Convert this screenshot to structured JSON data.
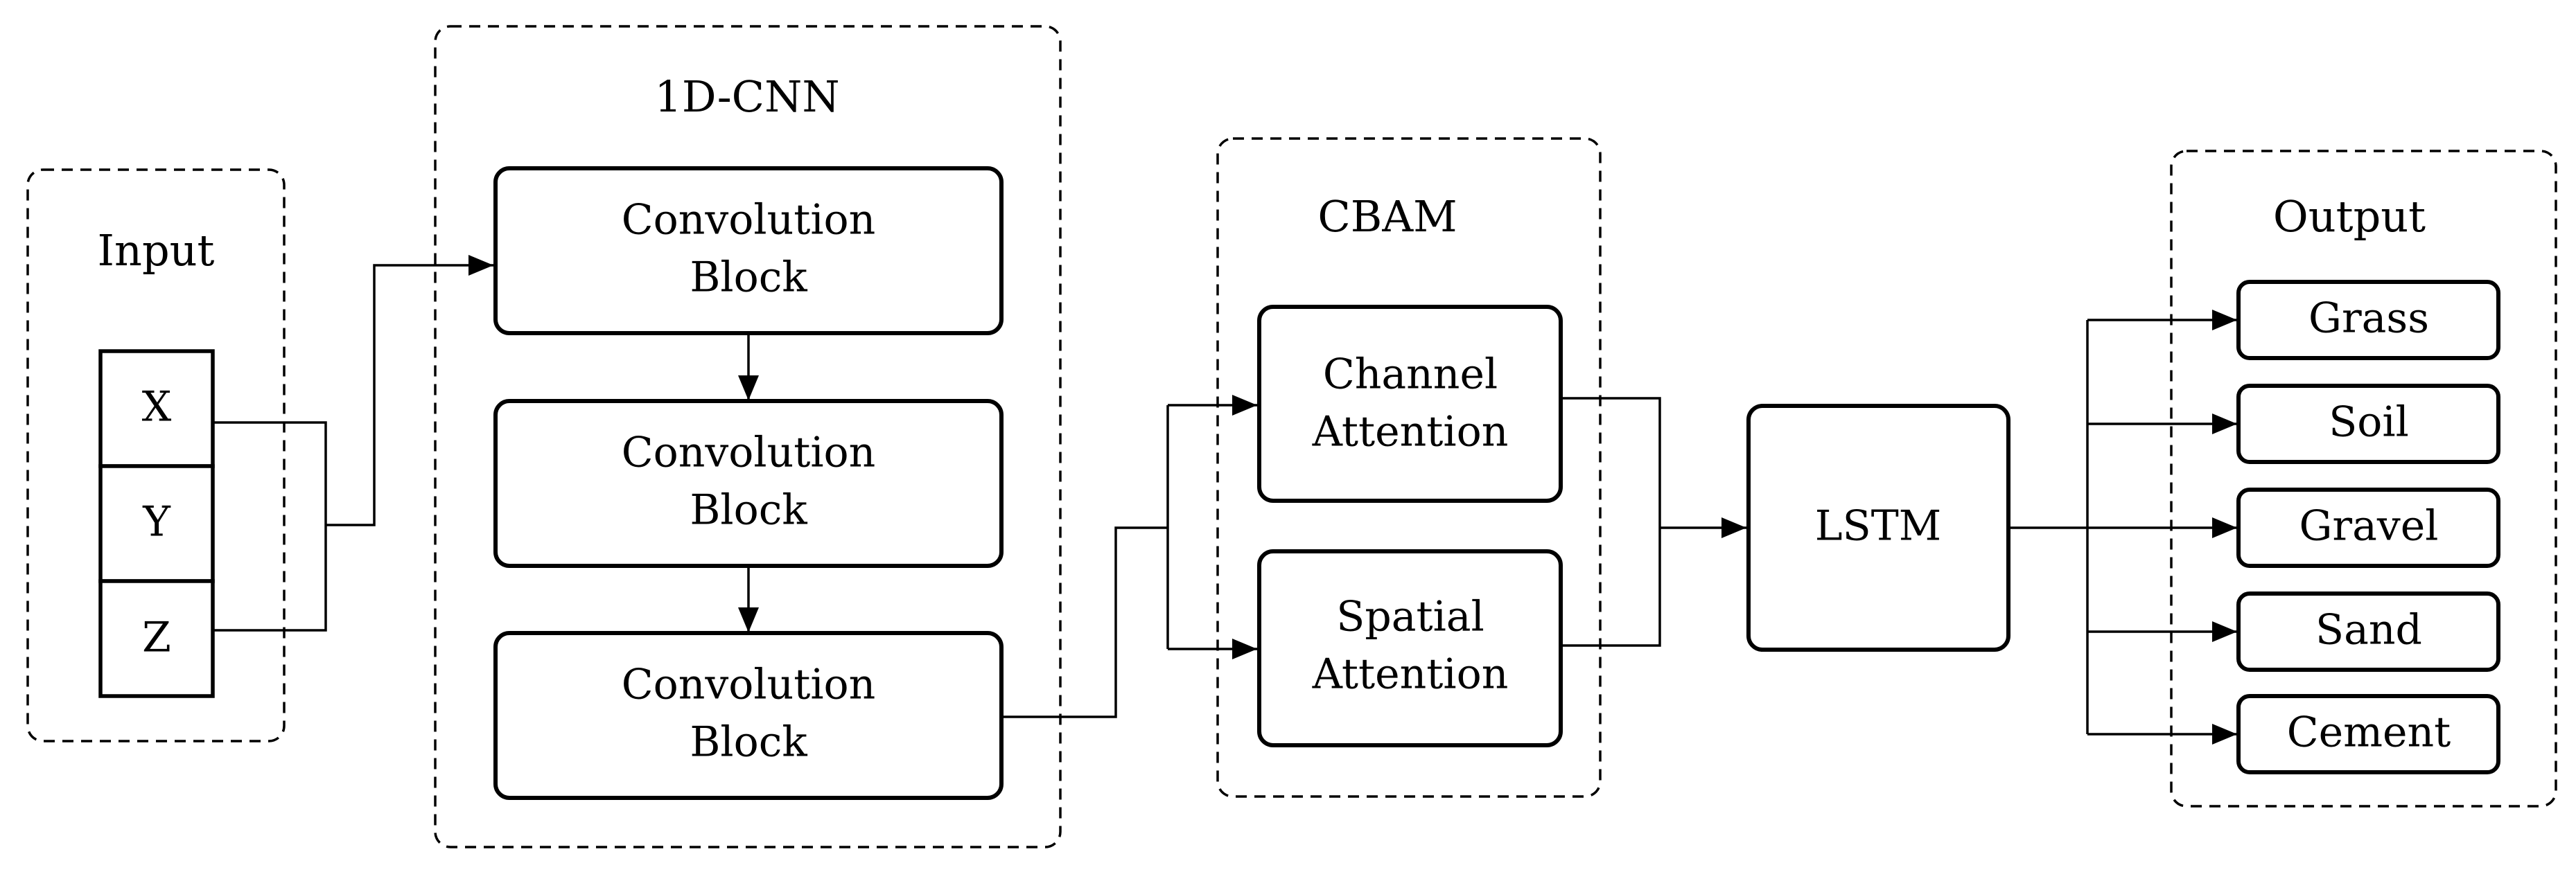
{
  "groups": {
    "input": {
      "title": "Input",
      "cells": [
        "X",
        "Y",
        "Z"
      ]
    },
    "cnn": {
      "title": "1D-CNN",
      "blocks": [
        {
          "line1": "Convolution",
          "line2": "Block"
        },
        {
          "line1": "Convolution",
          "line2": "Block"
        },
        {
          "line1": "Convolution",
          "line2": "Block"
        }
      ]
    },
    "cbam": {
      "title": "CBAM",
      "blocks": [
        {
          "line1": "Channel",
          "line2": "Attention"
        },
        {
          "line1": "Spatial",
          "line2": "Attention"
        }
      ]
    },
    "lstm": {
      "label": "LSTM"
    },
    "output": {
      "title": "Output",
      "classes": [
        "Grass",
        "Soil",
        "Gravel",
        "Sand",
        "Cement"
      ]
    }
  }
}
